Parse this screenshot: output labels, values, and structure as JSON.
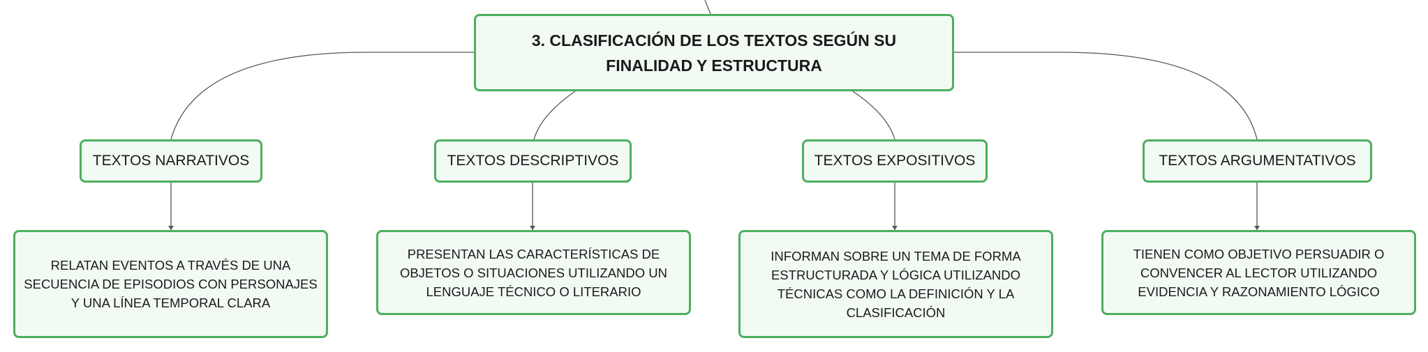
{
  "root": {
    "title": "3. CLASIFICACIÓN DE LOS TEXTOS SEGÚN SU FINALIDAD Y ESTRUCTURA"
  },
  "categories": [
    {
      "label": "TEXTOS NARRATIVOS",
      "description": "RELATAN EVENTOS A TRAVÉS DE UNA SECUENCIA DE EPISODIOS CON PERSONAJES Y UNA LÍNEA TEMPORAL CLARA"
    },
    {
      "label": "TEXTOS DESCRIPTIVOS",
      "description": "PRESENTAN LAS CARACTERÍSTICAS DE OBJETOS O SITUACIONES UTILIZANDO UN LENGUAJE TÉCNICO O LITERARIO"
    },
    {
      "label": "TEXTOS EXPOSITIVOS",
      "description": "INFORMAN SOBRE UN TEMA DE FORMA ESTRUCTURADA Y LÓGICA UTILIZANDO TÉCNICAS COMO LA DEFINICIÓN Y LA CLASIFICACIÓN"
    },
    {
      "label": "TEXTOS ARGUMENTATIVOS",
      "description": "TIENEN COMO OBJETIVO PERSUADIR O CONVENCER AL LECTOR UTILIZANDO EVIDENCIA Y RAZONAMIENTO LÓGICO"
    }
  ],
  "colors": {
    "node_border": "#4caf5f",
    "node_fill": "#f2faf4",
    "connector": "#555555"
  }
}
